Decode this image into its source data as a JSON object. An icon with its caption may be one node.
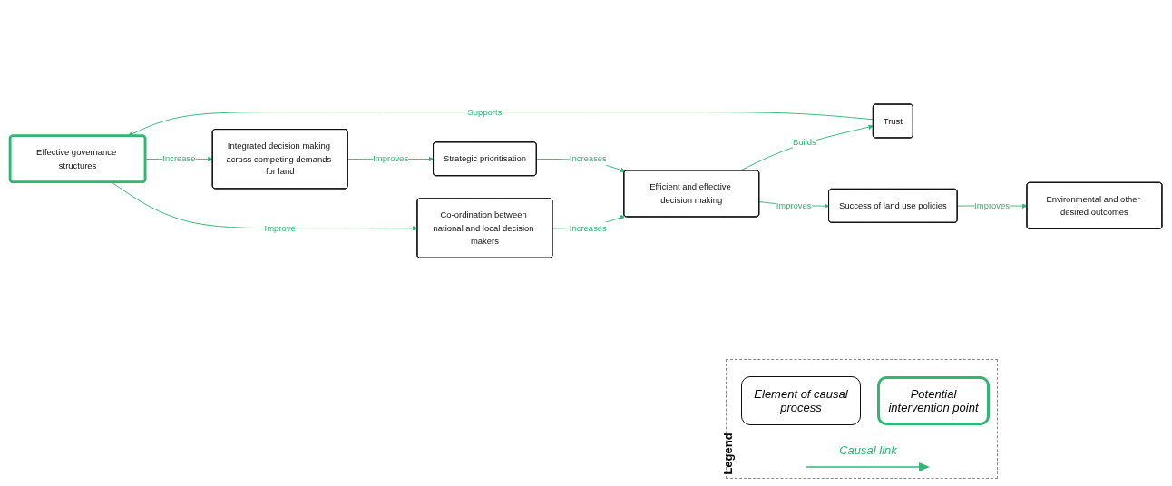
{
  "diagram": {
    "nodes": [
      {
        "text": [
          "Effective governance structures"
        ]
      },
      {
        "text": [
          "Trust"
        ]
      },
      {
        "text": [
          "Integrated decision making across competing demands for land"
        ]
      },
      {
        "text": [
          "Co-ordination between national and local decision makers"
        ]
      },
      {
        "text": [
          "Efficient and effective decision making"
        ]
      },
      {
        "text": [
          "Success of land use policies"
        ]
      },
      {
        "text": [
          "Environmental and other desired outcomes"
        ]
      },
      {
        "text": [
          "Strategic prioritisation"
        ]
      }
    ],
    "edges": [
      {
        "from": 1,
        "to": 0,
        "arrow": "to",
        "label": "Supports"
      },
      {
        "from": 0,
        "to": 2,
        "arrow": "to",
        "label": "Increase"
      },
      {
        "from": 0,
        "to": 3,
        "arrow": "to",
        "label": "Improve"
      },
      {
        "from": 3,
        "to": 4,
        "arrow": "to",
        "label": "Increases"
      },
      {
        "from": 4,
        "to": 1,
        "arrow": "to",
        "label": "Builds"
      },
      {
        "from": 4,
        "to": 5,
        "arrow": "to",
        "label": "Improves"
      },
      {
        "from": 5,
        "to": 6,
        "arrow": "to",
        "label": "Improves"
      },
      {
        "from": 2,
        "to": 7,
        "arrow": "to",
        "label": "Improves"
      },
      {
        "from": 7,
        "to": 4,
        "arrow": "to",
        "label": "Increases"
      }
    ],
    "labels": [
      "Legend"
    ],
    "legend": [
      {
        "text": "Element of causal process"
      },
      {
        "text": "Potential intervention point"
      },
      {
        "text": "Causal link"
      }
    ]
  }
}
